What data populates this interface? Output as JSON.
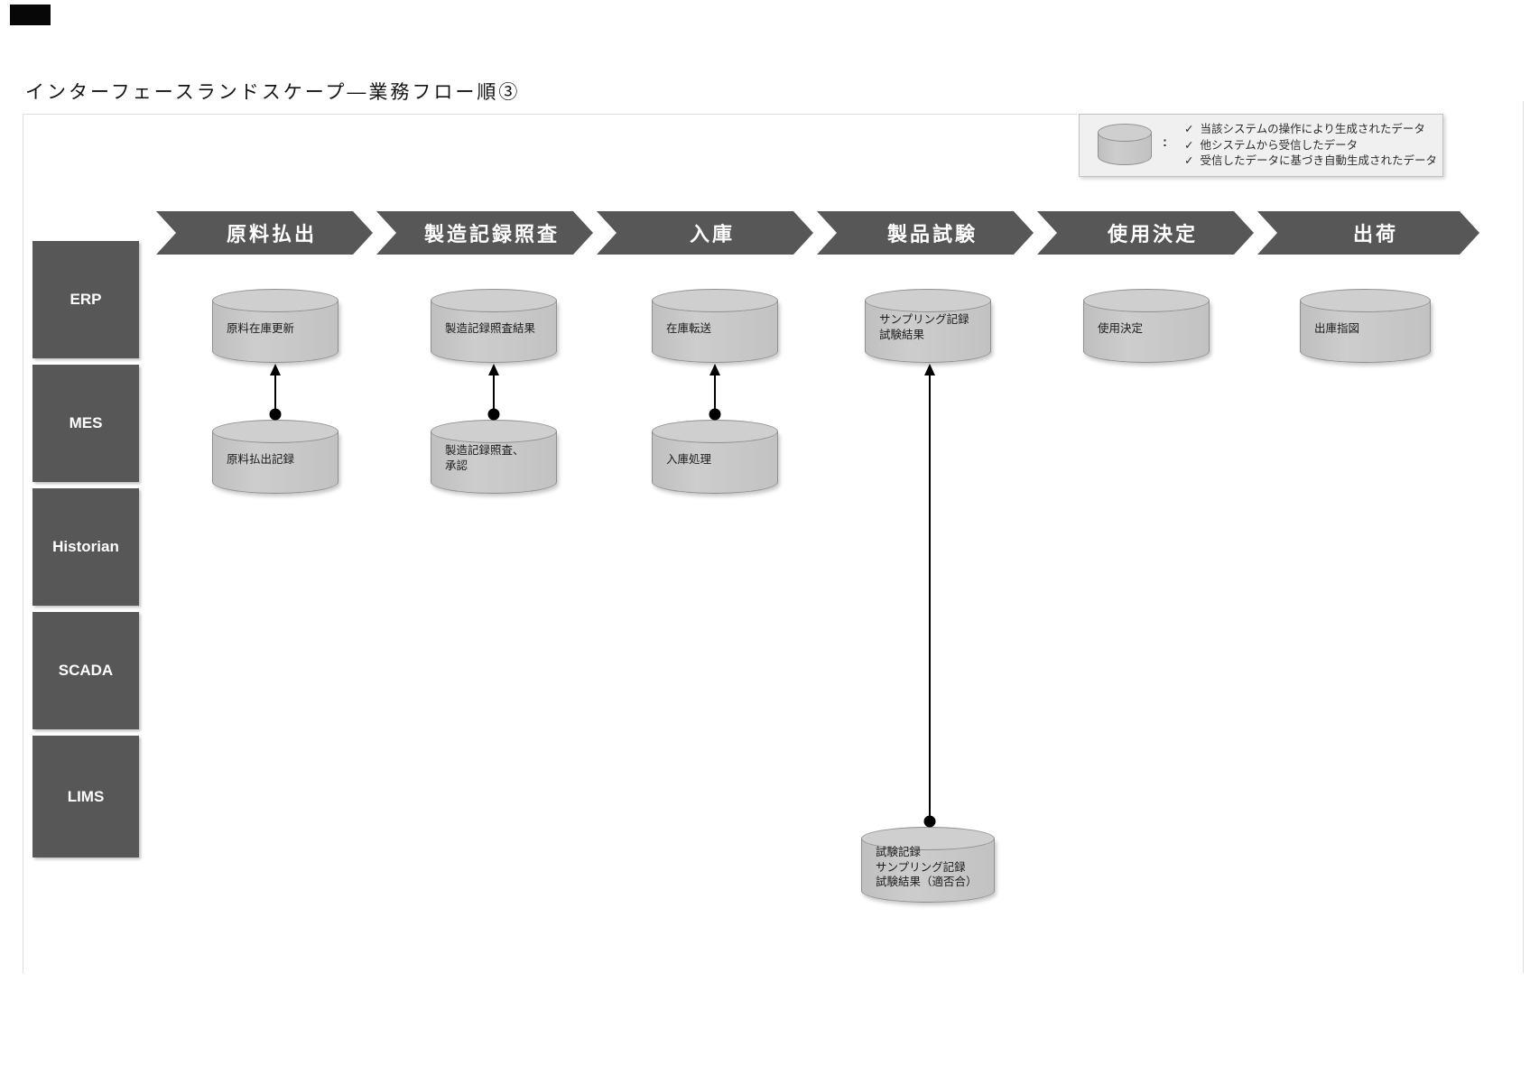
{
  "title": "インターフェースランドスケープ―業務フロー順③",
  "legend": {
    "check": "✓",
    "colon": ":",
    "items": [
      "当該システムの操作により生成されたデータ",
      "他システムから受信したデータ",
      "受信したデータに基づき自動生成されたデータ"
    ]
  },
  "stages": [
    "原料払出",
    "製造記録照査",
    "入庫",
    "製品試験",
    "使用決定",
    "出荷"
  ],
  "systems": [
    "ERP",
    "MES",
    "Historian",
    "SCADA",
    "LIMS"
  ],
  "stores": {
    "erp1": {
      "l1": "原料在庫更新"
    },
    "erp2": {
      "l1": "製造記録照査結果"
    },
    "erp3": {
      "l1": "在庫転送"
    },
    "erp4": {
      "l1": "サンプリング記録",
      "l2": "試験結果"
    },
    "erp5": {
      "l1": "使用決定"
    },
    "erp6": {
      "l1": "出庫指図"
    },
    "mes1": {
      "l1": "原料払出記録"
    },
    "mes2": {
      "l1": "製造記録照査、",
      "l2": "承認"
    },
    "mes3": {
      "l1": "入庫処理"
    },
    "lims1": {
      "l1": "試験記録",
      "l2": "サンプリング記録",
      "l3": "試験結果（適否合）"
    }
  },
  "colors": {
    "band_dark_gray": "#575757",
    "cylinder_fill": "#c6c6c6",
    "cylinder_stroke": "#8f8f8f",
    "legend_bg": "#f0f0f0",
    "connector": "#000000"
  }
}
